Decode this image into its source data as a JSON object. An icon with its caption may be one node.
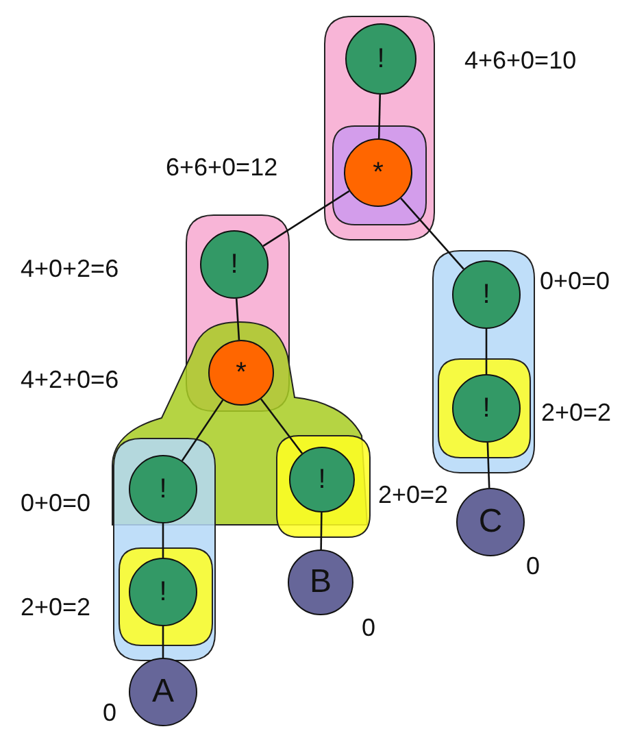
{
  "diagram": {
    "nodes": [
      {
        "text": [
          "!"
        ],
        "beside": [
          "4+6+0=10"
        ]
      },
      {
        "text": [
          "*"
        ],
        "beside": [
          "6+6+0=12"
        ]
      },
      {
        "text": [
          "!"
        ],
        "beside": [
          "4+0+2=6"
        ]
      },
      {
        "text": [
          "!"
        ],
        "beside": [
          "0+0=0"
        ]
      },
      {
        "text": [
          "*"
        ],
        "beside": [
          "4+2+0=6"
        ]
      },
      {
        "text": [
          "!"
        ],
        "beside": [
          "2+0=2"
        ]
      },
      {
        "text": [
          "!"
        ],
        "beside": [
          "0+0=0"
        ]
      },
      {
        "text": [
          "!"
        ]
      },
      {
        "text": [
          "C"
        ],
        "beside": [
          "0"
        ]
      },
      {
        "text": [
          "!"
        ],
        "beside": [
          "2+0=2"
        ]
      },
      {
        "text": [
          "B"
        ],
        "beside": [
          "0"
        ]
      },
      {
        "text": [
          "A"
        ],
        "beside": [
          "0"
        ]
      }
    ],
    "edges": [
      {
        "from": 0,
        "to": 1,
        "arrow": "none"
      },
      {
        "from": 1,
        "to": 2,
        "arrow": "none"
      },
      {
        "from": 1,
        "to": 3,
        "arrow": "none"
      },
      {
        "from": 2,
        "to": 4,
        "arrow": "none"
      },
      {
        "from": 3,
        "to": 5,
        "arrow": "none"
      },
      {
        "from": 4,
        "to": 6,
        "arrow": "none"
      },
      {
        "from": 4,
        "to": 7,
        "arrow": "none"
      },
      {
        "from": 5,
        "to": 8,
        "arrow": "none"
      },
      {
        "from": 6,
        "to": 9,
        "arrow": "none"
      },
      {
        "from": 7,
        "to": 10,
        "arrow": "none"
      },
      {
        "from": 9,
        "to": 11,
        "arrow": "none"
      }
    ],
    "labels": [
      "2+0=2"
    ]
  }
}
